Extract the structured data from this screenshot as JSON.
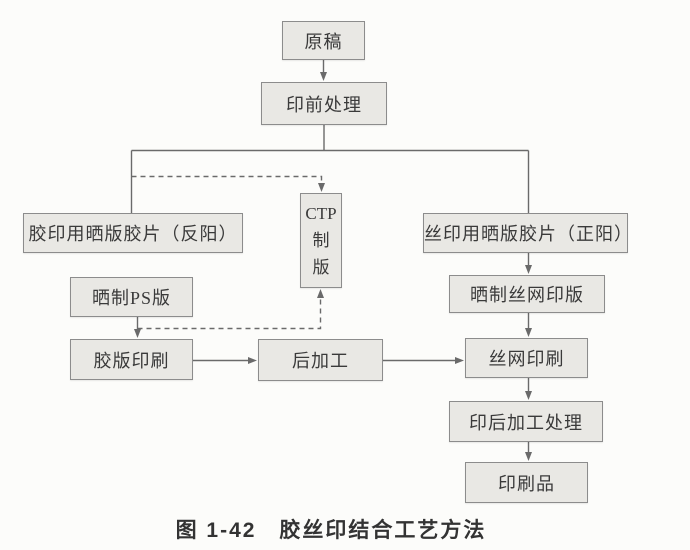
{
  "figure": {
    "caption": "图 1-42　胶丝印结合工艺方法"
  },
  "diagram": {
    "nodes": {
      "yuangao": {
        "label": "原稿"
      },
      "yinqianchuli": {
        "label": "印前处理"
      },
      "jiaoyin_film": {
        "label": "胶印用晒版胶片（反阳）"
      },
      "ctp": {
        "label": "CTP\n制\n版"
      },
      "siyin_film": {
        "label": "丝印用晒版胶片（正阳）"
      },
      "ps_plate": {
        "label": "晒制PS版"
      },
      "jiaoban_print": {
        "label": "胶版印刷"
      },
      "hou_jiagong": {
        "label": "后加工"
      },
      "screen_plate": {
        "label": "晒制丝网印版"
      },
      "screen_print": {
        "label": "丝网印刷"
      },
      "post_process": {
        "label": "印后加工处理"
      },
      "print_product": {
        "label": "印刷品"
      }
    }
  },
  "colors": {
    "page-bg": "#fcfcfa",
    "box-fill": "#e9e8e4",
    "box-border": "#8c8c8c",
    "line": "#6a6a6a",
    "text": "#3a3a3a",
    "caption-color": "#333333"
  }
}
